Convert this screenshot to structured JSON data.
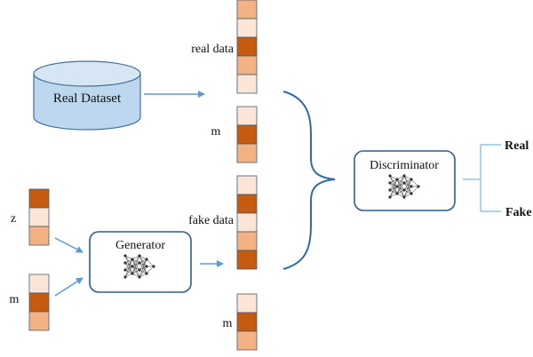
{
  "labels": {
    "real_dataset": "Real Dataset",
    "real_data": "real data",
    "mask_top": "m",
    "fake_data": "fake data",
    "mask_bottom": "m",
    "noise": "z",
    "mask_input": "m",
    "generator": "Generator",
    "discriminator": "Discriminator",
    "real_output": "Real",
    "fake_output": "Fake"
  },
  "colors": {
    "cell_dark": "#c55a11",
    "cell_mid": "#f4b183",
    "cell_light": "#fbe5d6",
    "cell_border": "#4a5a6a",
    "dataset_fill": "#bdd7ee",
    "dataset_stroke": "#41719c",
    "arrow": "#5b9bd5",
    "box_stroke": "#2e5c8a",
    "real_text": "#00b050",
    "fake_text": "#e00000"
  },
  "vectors": {
    "real_data": [
      "mid",
      "light",
      "dark",
      "mid",
      "light"
    ],
    "mask_top": [
      "light",
      "dark",
      "mid"
    ],
    "fake_data": [
      "light",
      "dark",
      "light",
      "mid",
      "dark"
    ],
    "mask_bottom": [
      "light",
      "dark",
      "mid"
    ],
    "noise": [
      "dark",
      "light",
      "mid"
    ],
    "mask_input": [
      "light",
      "dark",
      "mid"
    ]
  }
}
